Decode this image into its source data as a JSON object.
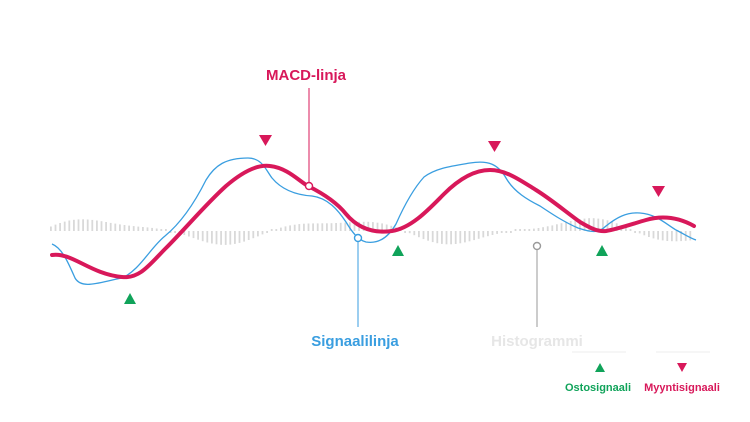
{
  "diagram": {
    "labels": {
      "macd_line": "MACD-linja",
      "signal_line": "Signaalilinja",
      "histogram": "Histogrammi"
    },
    "legend": {
      "buy_signal": "Ostosignaali",
      "sell_signal": "Myyntisignaali"
    },
    "colors": {
      "macd": "#d8185a",
      "signal": "#3a9ee0",
      "histogram": "#d9d9d9",
      "buy": "#10a35a",
      "sell": "#d8185a",
      "callout_hist": "#9a9a9a"
    },
    "markers": {
      "buy_icon": "triangle-up-icon",
      "sell_icon": "triangle-down-icon"
    }
  }
}
